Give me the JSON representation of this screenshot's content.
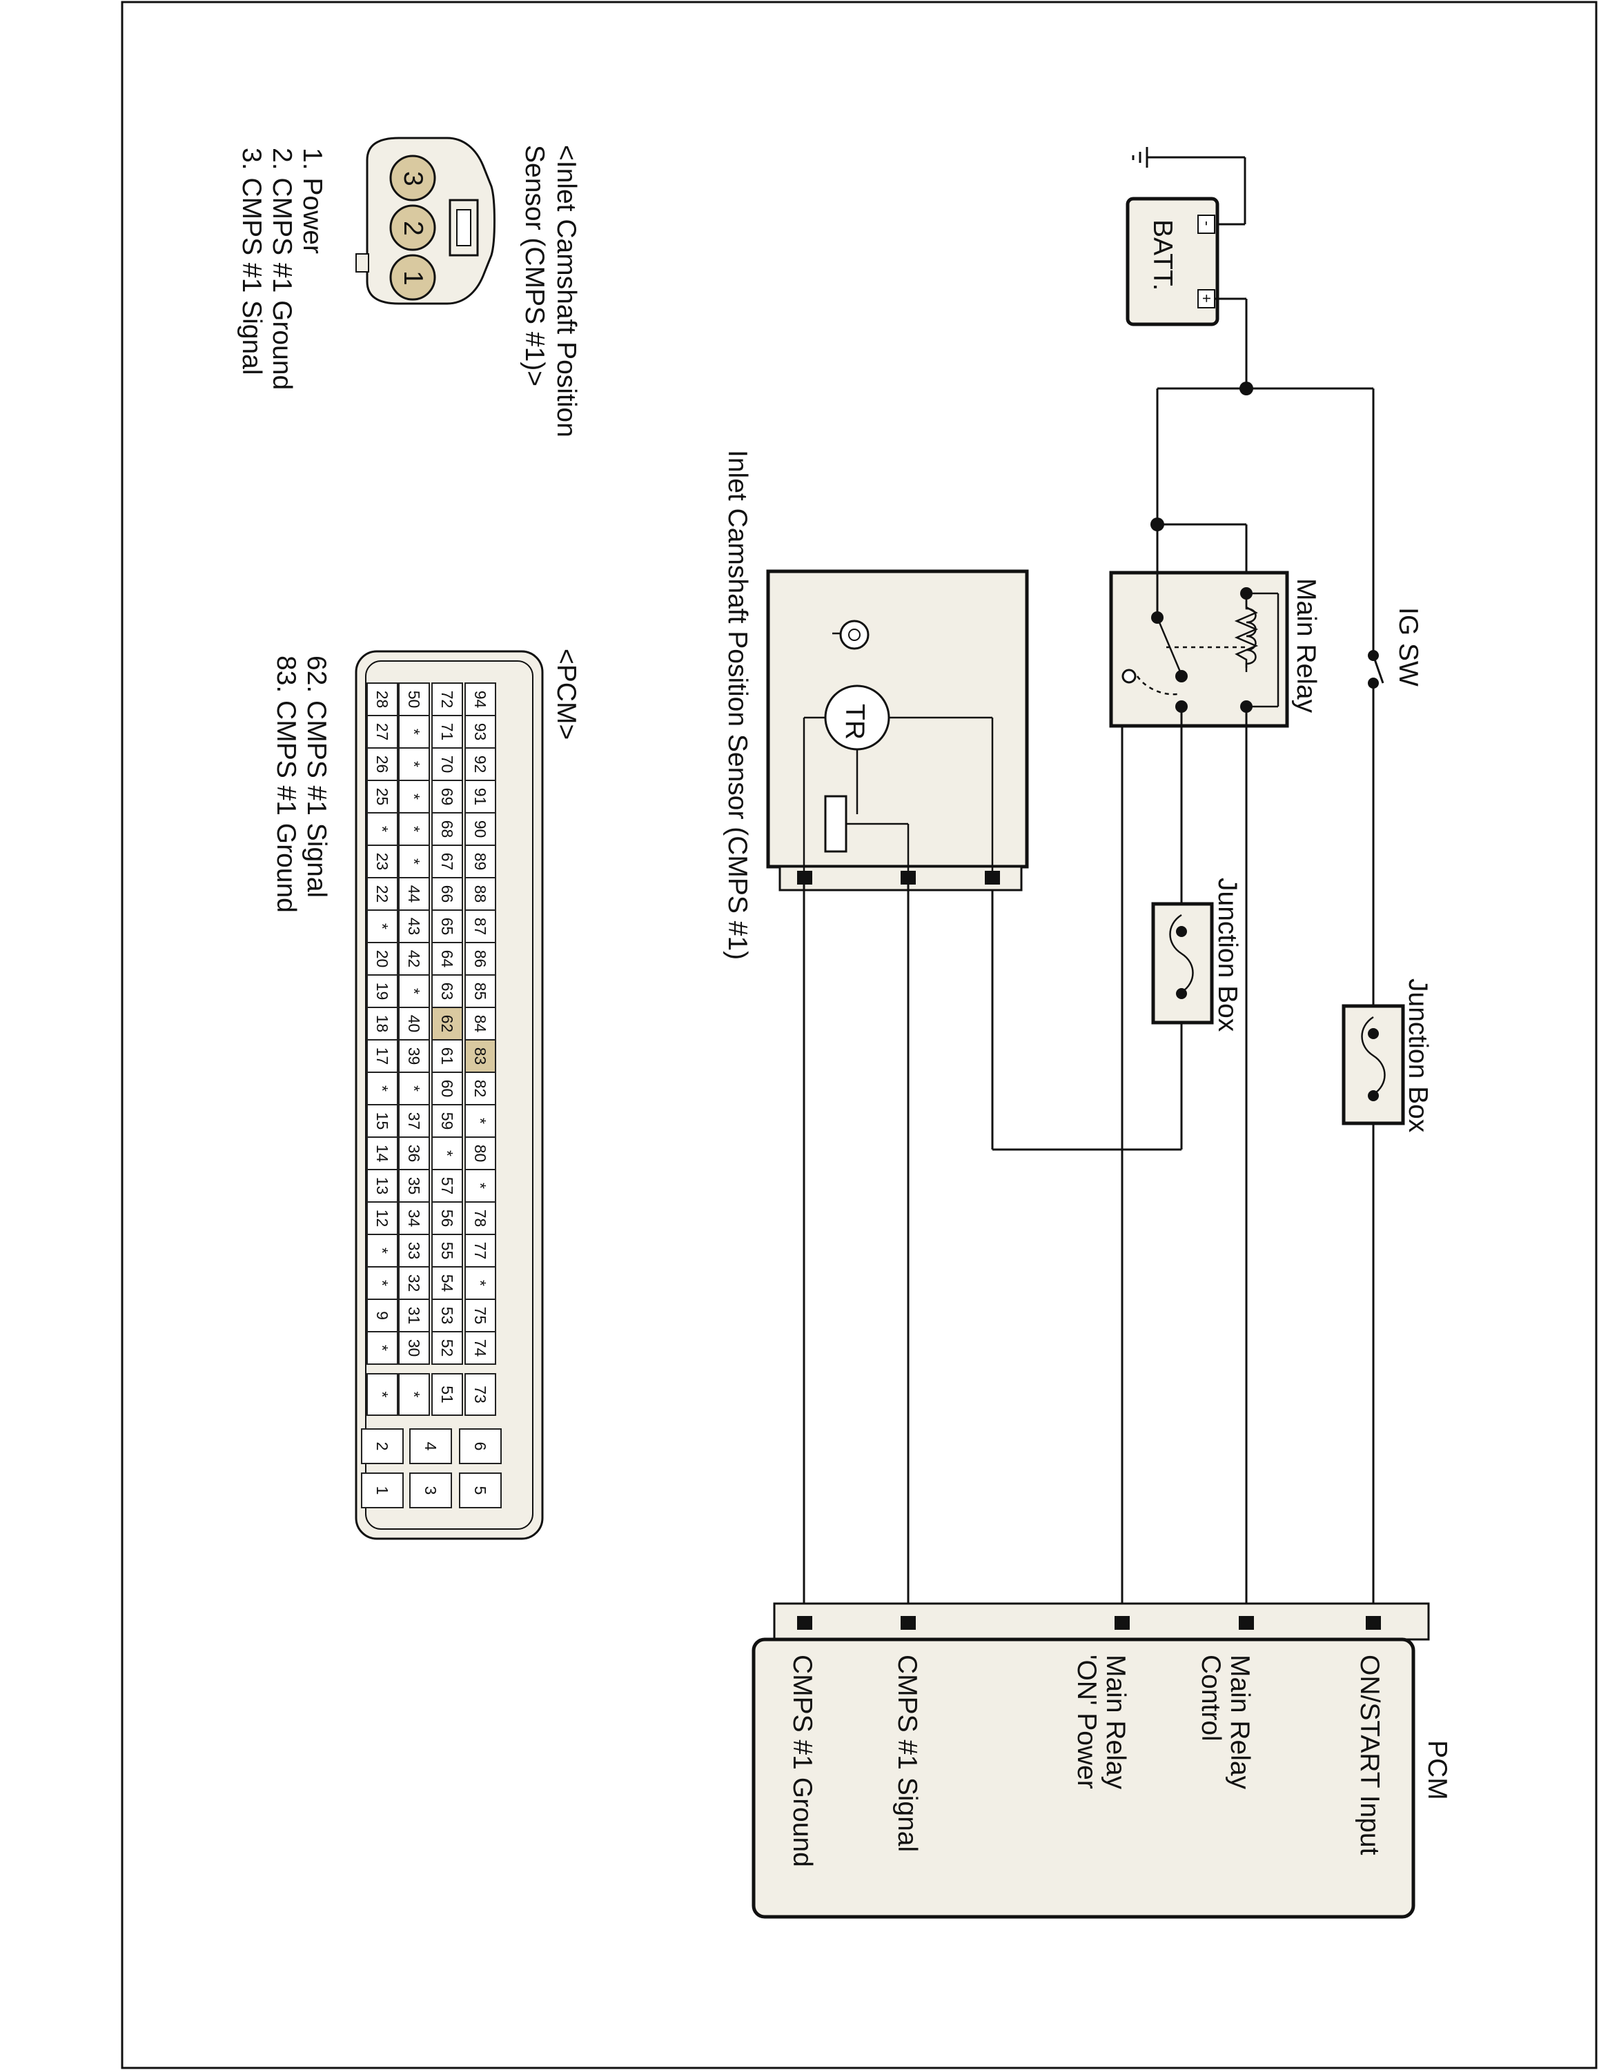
{
  "components": {
    "battery": "BATT.",
    "ig_switch": "IG SW",
    "main_relay": "Main Relay",
    "junction_box_1": "Junction Box",
    "junction_box_2": "Junction Box",
    "sensor_title": "Inlet Camshaft Position Sensor (CMPS #1)",
    "sensor_tr": "TR",
    "pcm": "PCM",
    "battery_minus": "-",
    "battery_plus": "+"
  },
  "pcm_pins": [
    "ON/START Input",
    "Main Relay Control",
    "Main Relay 'ON' Power",
    "CMPS #1 Signal",
    "CMPS #1 Ground"
  ],
  "sensor_connector": {
    "title_line1": "<Inlet Camshaft Position",
    "title_line2": "Sensor (CMPS #1)>",
    "pins": [
      "1",
      "2",
      "3"
    ],
    "legend": [
      "1. Power",
      "2. CMPS #1 Ground",
      "3. CMPS #1 Signal"
    ]
  },
  "pcm_connector": {
    "title": "<PCM>",
    "rows": [
      [
        "94",
        "93",
        "92",
        "91",
        "90",
        "89",
        "88",
        "87",
        "86",
        "85",
        "84",
        "83",
        "82",
        "*",
        "80",
        "*",
        "78",
        "77",
        "*",
        "75",
        "74"
      ],
      [
        "72",
        "71",
        "70",
        "69",
        "68",
        "67",
        "66",
        "65",
        "64",
        "63",
        "62",
        "61",
        "60",
        "59",
        "*",
        "57",
        "56",
        "55",
        "54",
        "53",
        "52"
      ],
      [
        "50",
        "*",
        "*",
        "*",
        "*",
        "*",
        "44",
        "43",
        "42",
        "*",
        "40",
        "39",
        "*",
        "37",
        "36",
        "35",
        "34",
        "33",
        "32",
        "31",
        "30"
      ],
      [
        "28",
        "27",
        "26",
        "25",
        "*",
        "23",
        "22",
        "*",
        "20",
        "19",
        "18",
        "17",
        "*",
        "15",
        "14",
        "13",
        "12",
        "*",
        "*",
        "9",
        "*"
      ]
    ],
    "extra_col": [
      "73",
      "51",
      "*",
      "*"
    ],
    "power_block_a": [
      "6",
      "4",
      "2"
    ],
    "power_block_b": [
      "5",
      "3",
      "1"
    ],
    "highlighted": [
      "83",
      "62"
    ],
    "legend": [
      "62. CMPS #1 Signal",
      "83. CMPS #1 Ground"
    ]
  }
}
